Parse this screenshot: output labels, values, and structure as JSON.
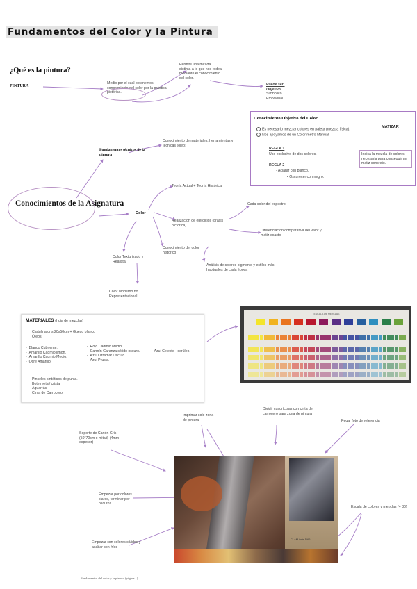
{
  "title": "Fundamentos del Color y la Pintura",
  "heading_question": "¿Qué es la pintura?",
  "pintura_label": "PINTURA",
  "pintura_def": "Medio por el cual obtenemos conocimiento del color por la práctica pictórica.",
  "permite_text": "Permite una mirada distinta a lo que nos rodea mediante el conocimiento del color.",
  "puede_ser": {
    "label": "Puede ser:",
    "items": [
      "Objetivo",
      "Simbólico",
      "Emocional"
    ]
  },
  "objetivo_box": {
    "title": "Conocimiento Objetivo del Color",
    "items": [
      "Es necesario mezclar colores en paleta (mezcla física).",
      "Nos apoyamos de un Colorímetro Manual."
    ],
    "matizar": "MATIZAR",
    "matizar_note": "Indica la mezcla de colores necesaria para conseguir un matiz concreto.",
    "regla1_label": "REGLA 1",
    "regla1_text": "Uso exclusivo de dos colores.",
    "regla2_label": "REGLA 2",
    "regla2_item": "Aclarar con blanco.",
    "regla2_subitem": "Oscurecer con negro."
  },
  "fundamentos_tecnicos": "Fundamentos técnicos de la pintura",
  "conocimiento_materiales": "Conocimiento de materiales, herramientas y técnicas (óleo)",
  "main_node": "Conocimientos de la Asignatura",
  "color_node": "Color",
  "teoria": "Teoría Actual + Teoría Histórica",
  "realizacion": "Realización de ejercicios (praxis pictórica)",
  "cada_color": "Cada color del espectro",
  "diferenciacion": "Diferenciación comparativa del valor y matiz exacto",
  "conocimiento_historico": "Conocimiento del color histórico",
  "analisis": "Análisis de colores pigmento y estilos más habituales de cada época",
  "texturizado": "Color Texturizado y Realista",
  "moderno": "Color Moderno no Representacional",
  "materiales": {
    "title": "MATERIALES",
    "subtitle": "(hoja de mezclas)",
    "top_items": [
      "Cartulina gris 20x50cm + Gueso blanco",
      "Óleos:"
    ],
    "col1": [
      "Blanco Cubriente.",
      "Amarillo Cadmio limón.",
      "Amarillo Cadmio Medio.",
      "Ocre Amarillo."
    ],
    "col2": [
      "Rojo Cadmio Medio.",
      "Carmín Garanza sólido oscuro.",
      "Azul Ultramar Oscuro.",
      "Azul Prusia."
    ],
    "col3": [
      "Azul Celeste - cerúleo."
    ],
    "bottom_items": [
      "Pinceles sintéticos de punta.",
      "Bote metal/ cristal",
      "Aguarrás",
      "Cinta de Carrocero."
    ]
  },
  "chart_header": "ESCALA DE MEZCLAS",
  "annotations": {
    "soporte": "Soporte de Cartón Gris (50*70cm o mitad) (4mm espesor)",
    "imprimar": "Imprimar solo zona de pintura",
    "dividir": "Dividir cuadrículas con cinta de carrocero para zona de pintura",
    "pegar": "Pegar foto de referencia",
    "empezar_claros": "Empezar por colores claros, terminar por oscuros",
    "empezar_calidos": "Empezar con colores cálidos y acabar con fríos",
    "escala": "Escala de colores y mezclas (+ 30)",
    "photo_label": "CLAM ibris 1/66"
  },
  "footer": "Fundamentos del color y la pintura (página 1)",
  "colors": {
    "accent_line": "#a77fc7",
    "box_border": "#a87ac4",
    "title_bg": "#e4e4e4",
    "swatches": [
      "#f4e52a",
      "#f1b31f",
      "#e9741e",
      "#d6301f",
      "#b8162e",
      "#8c1a5c",
      "#5a2f86",
      "#2f3f99",
      "#27609f",
      "#2f8fbf",
      "#2b7f4a",
      "#6aa23a"
    ]
  }
}
